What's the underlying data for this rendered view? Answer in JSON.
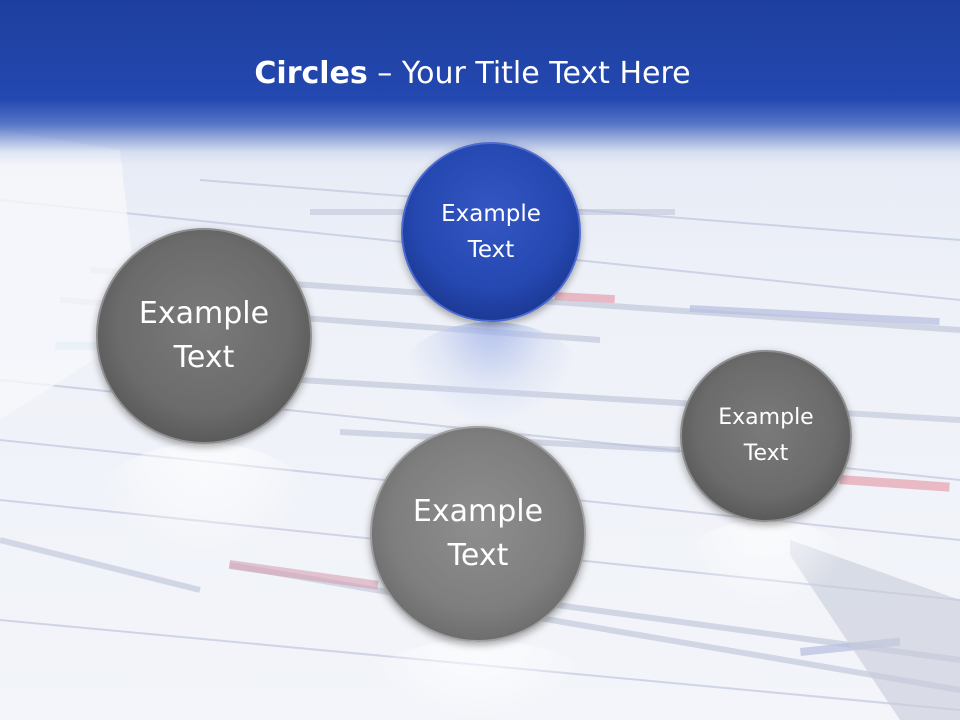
{
  "title": {
    "bold": "Circles",
    "rest": " – Your Title Text Here"
  },
  "circles": [
    {
      "line1": "Example",
      "line2": "Text"
    },
    {
      "line1": "Example",
      "line2": "Text"
    },
    {
      "line1": "Example",
      "line2": "Text"
    },
    {
      "line1": "Example",
      "line2": "Text"
    }
  ],
  "colors": {
    "header": "#2348b0",
    "circle_blue": "#2547b0",
    "circle_grey": "#6b6b6b"
  }
}
